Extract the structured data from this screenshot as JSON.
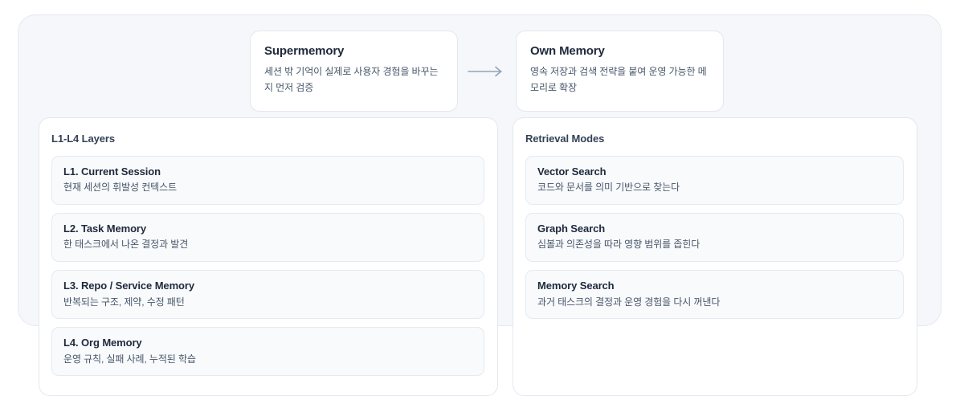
{
  "flow": {
    "arrow_icon": "arrow-right-icon",
    "steps": [
      {
        "title": "Supermemory",
        "description": "세션 밖 기억이 실제로 사용자 경험을 바꾸는지 먼저 검증"
      },
      {
        "title": "Own Memory",
        "description": "영속 저장과 검색 전략을 붙여 운영 가능한 메모리로 확장"
      }
    ]
  },
  "columns": [
    {
      "heading": "L1-L4 Layers",
      "items": [
        {
          "title": "L1. Current Session",
          "description": "현재 세션의 휘발성 컨텍스트"
        },
        {
          "title": "L2. Task Memory",
          "description": "한 태스크에서 나온 결정과 발견"
        },
        {
          "title": "L3. Repo / Service Memory",
          "description": "반복되는 구조, 제약, 수정 패턴"
        },
        {
          "title": "L4. Org Memory",
          "description": "운영 규칙, 실패 사례, 누적된 학습"
        }
      ]
    },
    {
      "heading": "Retrieval Modes",
      "items": [
        {
          "title": "Vector Search",
          "description": "코드와 문서를 의미 기반으로 찾는다"
        },
        {
          "title": "Graph Search",
          "description": "심볼과 의존성을 따라 영향 범위를 좁힌다"
        },
        {
          "title": "Memory Search",
          "description": "과거 태스크의 결정과 운영 경험을 다시 꺼낸다"
        }
      ]
    }
  ],
  "colors": {
    "page_background": "#ffffff",
    "outer_panel_background": "#f5f7fa",
    "card_background": "#ffffff",
    "item_background": "#f8fafc",
    "border": "#e2e8f0",
    "title_text": "#1e293b",
    "body_text": "#475569",
    "arrow": "#94a3b8"
  }
}
